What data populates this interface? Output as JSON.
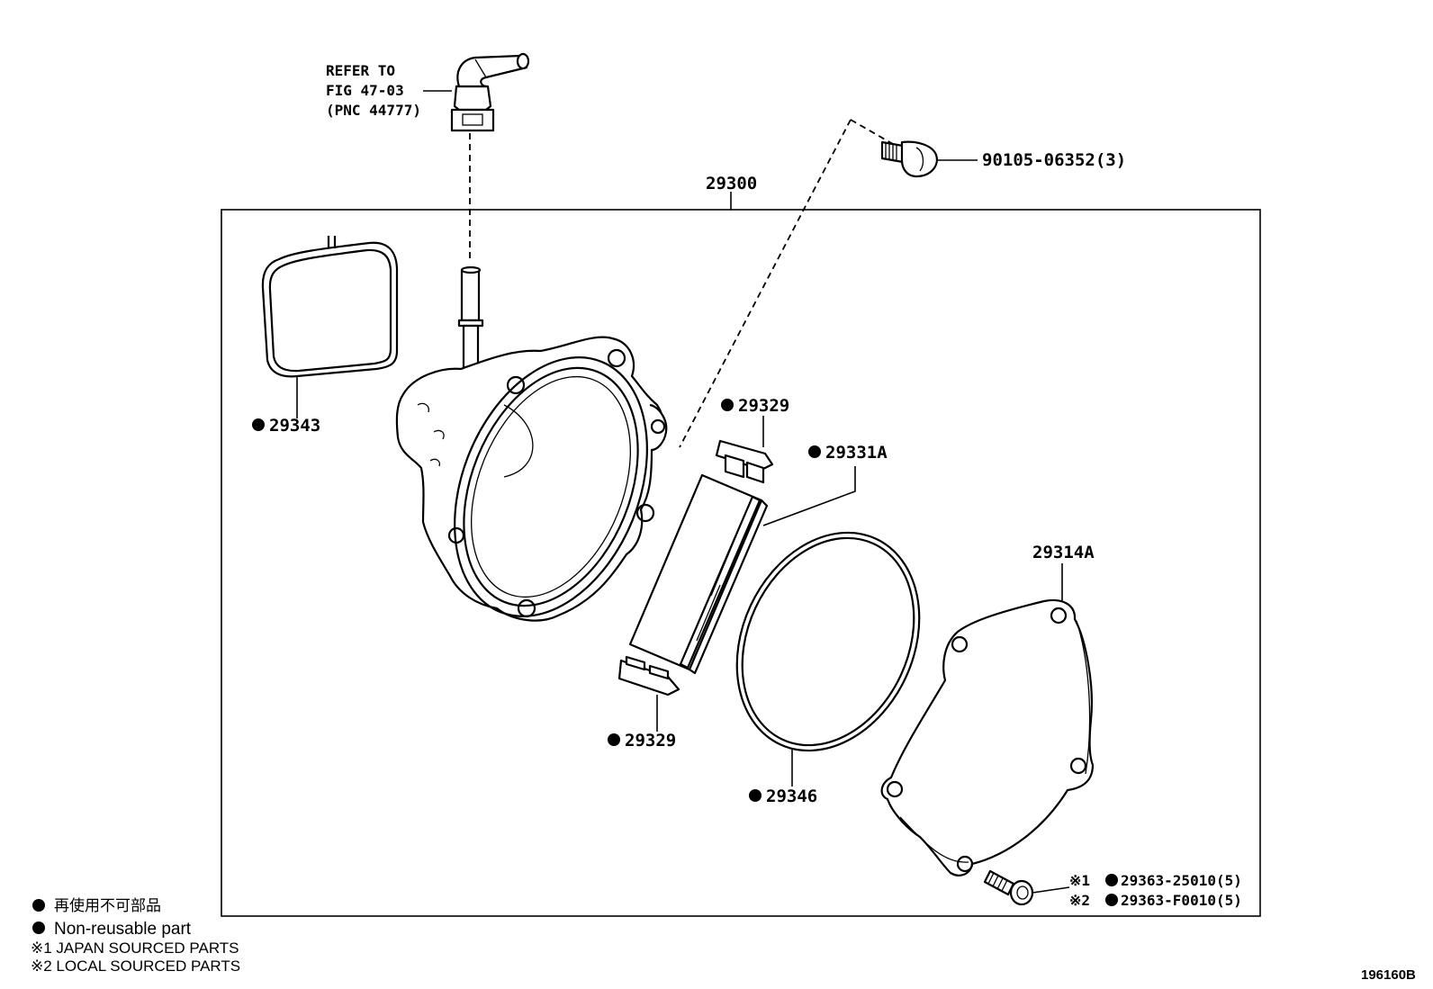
{
  "reference_note": {
    "line1": "REFER TO",
    "line2": "FIG 47-03",
    "line3": "(PNC 44777)"
  },
  "parts": {
    "assembly": "29300",
    "bolt": "90105-06352(3)",
    "gasket": "29343",
    "vane_top": "29329",
    "rotor": "29331A",
    "vane_bottom": "29329",
    "o_ring": "29346",
    "cover": "29314A",
    "screw_japan_mark": "※1",
    "screw_japan": "29363-25010(5)",
    "screw_local_mark": "※2",
    "screw_local": "29363-F0010(5)"
  },
  "legend": {
    "nonreusable_jp": "再使用不可部品",
    "nonreusable_en": "Non-reusable part",
    "note1": "※1  JAPAN SOURCED PARTS",
    "note2": "※2  LOCAL SOURCED PARTS"
  },
  "figure_number": "196160B",
  "colors": {
    "ink": "#000000",
    "paper": "#ffffff"
  }
}
